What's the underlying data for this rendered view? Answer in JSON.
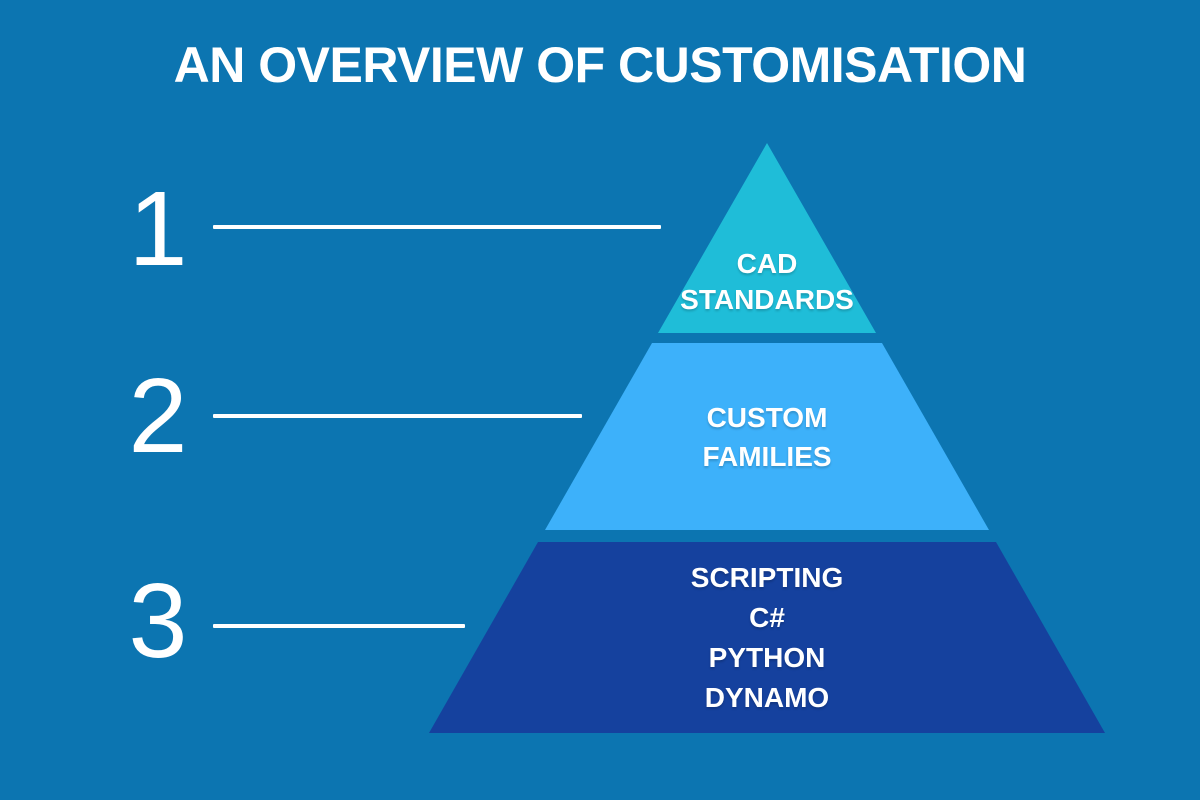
{
  "title": "AN OVERVIEW OF CUSTOMISATION",
  "colors": {
    "background": "#0c75b1",
    "tier1": "#1fbdd8",
    "tier2": "#3db1fa",
    "tier3": "#15419e",
    "text": "#ffffff"
  },
  "steps": [
    {
      "number": "1"
    },
    {
      "number": "2"
    },
    {
      "number": "3"
    }
  ],
  "pyramid": {
    "tiers": [
      {
        "level": 1,
        "color": "#1fbdd8",
        "lines": [
          "CAD",
          "STANDARDS"
        ]
      },
      {
        "level": 2,
        "color": "#3db1fa",
        "lines": [
          "CUSTOM",
          "FAMILIES"
        ]
      },
      {
        "level": 3,
        "color": "#15419e",
        "lines": [
          "SCRIPTING",
          "C#",
          "PYTHON",
          "DYNAMO"
        ]
      }
    ]
  }
}
